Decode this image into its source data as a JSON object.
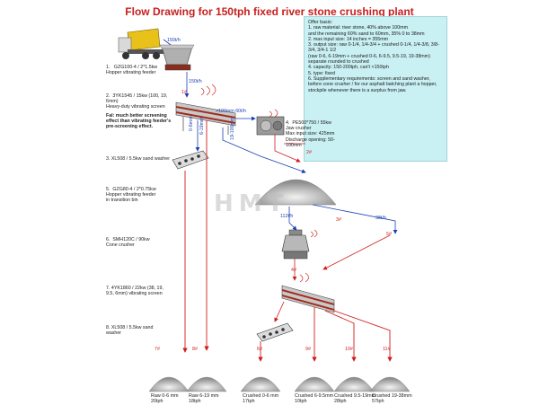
{
  "title": "Flow Drawing for 150tph fixed river stone crushing plant",
  "offer_basis": [
    "Offer basis:",
    "1. raw material: river stone,     40% above 100mm",
    "and the remaining 60% sand to 60mm, 35% 0 to 38mm",
    "2. max input size: 14 inches = 355mm",
    "3. output size: raw 0-1/4, 1/4-3/4 + crushed 0-1/4, 1/4-3/8, 3/8-3/4, 3/4-1 1/2",
    "(raw 0-6, 6-19mm + crushed 0-6, 6-9.5, 9.5-19, 19-38mm)",
    "separate rounded to crushed",
    "4. capacity: 150-200tph, can't <150tph",
    "5. type: fixed",
    "6. Supplementary requirements: screen and sand washer, before cone crusher / for our asphalt batching plant a hopper, stockpile whenever there is a surplus from jaw."
  ],
  "flow": {
    "feed_rate": "150t/h",
    "f_150t": "150t/h",
    "f_100mm": ">100mm 60t/h",
    "f_6_19": "6-19mm",
    "f_0_6": "0-6mm",
    "f_19_100": "19-100mm",
    "f_112": "112t/h",
    "f_38": "38t/h"
  },
  "markers": [
    "1#",
    "2#",
    "3#",
    "4#",
    "5#",
    "6#",
    "7#",
    "8#",
    "9#",
    "10#",
    "11#"
  ],
  "equipment": [
    "1.   GZG100-4 / 2*1.5kw\nHopper vibrating feeder",
    "2.  3YK1545 / 15kw (100, 19, 6mm)\nHeavy-duty vibrating screen",
    "Fal: much better screening effect than vibrating feeder's pre-screening effect.",
    "3.  XL508 / 5.5kw sand washer",
    "5.  GZG80-4 / 2*0.75kw\nHopper vibrating feeder\nin transition bin",
    "6.  SMH120C / 90kw\nCone crusher",
    "7.  4YK1860 / 22kw (38, 19, 9.5, 6mm) vibrating screen",
    "8.  XL508 / 5.5kw sand washer"
  ],
  "jaw": "4.  PE500*750 / 55kw\nJaw crusher\nMax input size: 425mm\nDischarge opening: 50-100mm",
  "products": [
    {
      "name": "Raw 0-6 mm",
      "rate": "20tph"
    },
    {
      "name": "Raw 6-19 mm",
      "rate": "18tph"
    },
    {
      "name": "Crushed 0-6 mm",
      "rate": "17tph"
    },
    {
      "name": "Crushed 6-9.5mm",
      "rate": "10tph"
    },
    {
      "name": "Crushed 9.5-19mm",
      "rate": "28tph"
    },
    {
      "name": "Crushed 19-38mm",
      "rate": "57tph"
    }
  ],
  "watermark": "HMT",
  "colors": {
    "flow_red": "#d01c1c",
    "flow_blue": "#1a3fb5",
    "note_bg": "#c9f0f3",
    "title_red": "#c81e1e"
  }
}
